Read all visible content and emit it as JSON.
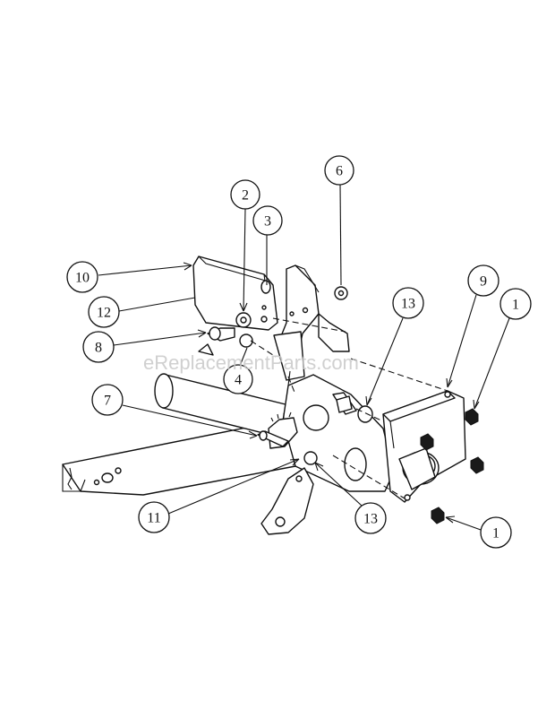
{
  "watermark": "eReplacementParts.com",
  "callouts": {
    "c1a": "1",
    "c1b": "1",
    "c2": "2",
    "c3": "3",
    "c4": "4",
    "c6": "6",
    "c7": "7",
    "c8": "8",
    "c9": "9",
    "c10": "10",
    "c11": "11",
    "c12": "12",
    "c13a": "13",
    "c13b": "13"
  },
  "colors": {
    "line": "#111111",
    "background": "#ffffff",
    "watermark": "#c8c8c8"
  }
}
